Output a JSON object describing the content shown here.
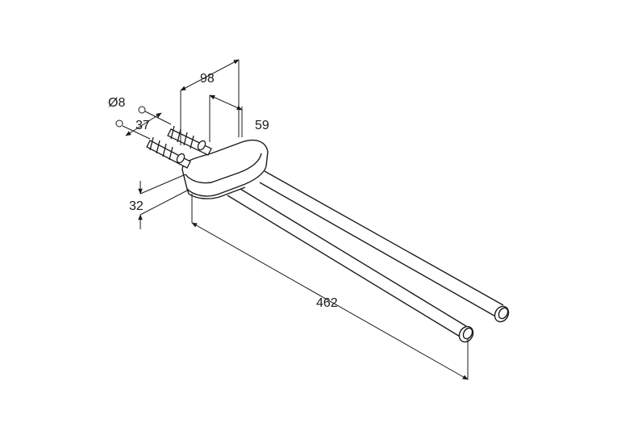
{
  "dimensions": {
    "width_98": "98",
    "depth_59": "59",
    "diameter_8": "Ø8",
    "spacing_37": "37",
    "height_32": "32",
    "length_462": "462"
  },
  "colors": {
    "line": "#1a1a1a",
    "background": "#ffffff"
  }
}
